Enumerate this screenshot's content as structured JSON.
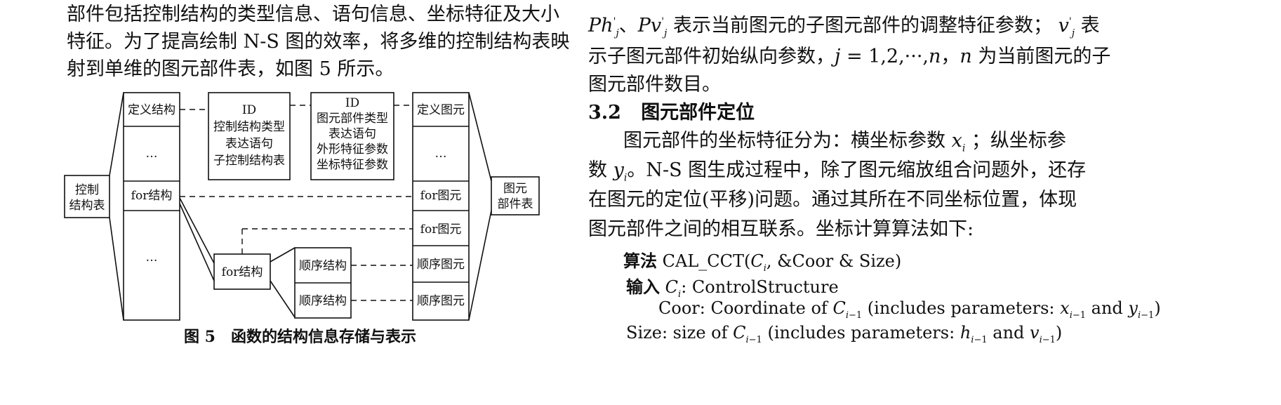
{
  "left_column": {
    "paragraph_lines": [
      "部件包括控制结构的类型信息、语句信息、坐标特征及大小",
      "特征。为了提高绘制 N-S 图的效率，将多维的控制结构表映",
      "射到单维的图元部件表，如图 5 所示。"
    ],
    "figure": {
      "left_node": "控制\n结构表",
      "right_node": "图元\n部件表",
      "struct_cells": [
        "定义结构",
        "…",
        "for结构",
        "…"
      ],
      "struct_info": [
        "ID",
        "控制结构类型",
        "表达语句",
        "子控制结构表"
      ],
      "elem_info": [
        "ID",
        "图元部件类型",
        "表达语句",
        "外形特征参数",
        "坐标特征参数"
      ],
      "elem_cells": [
        "定义图元",
        "…",
        "for图元",
        "for图元",
        "顺序图元",
        "顺序图元"
      ],
      "sub_struct": "for结构",
      "sub_children": [
        "顺序结构",
        "顺序结构"
      ]
    },
    "caption": "图 5　函数的结构信息存储与表示"
  },
  "right_column": {
    "line1_rest": "表示当前图元的子图元部件的调整特征参数；",
    "line1_end": "表",
    "line2": "示子图元部件初始纵向参数，",
    "line2_j": "j",
    "line2_eq": " = 1,2,···,",
    "line2_n": "n",
    "line2_mid": "，",
    "line2_n2": "n",
    "line2_end": " 为当前图元的子",
    "line3": "图元部件数目。",
    "section_number": "3.2",
    "section_title": "图元部件定位",
    "para_line1": "图元部件的坐标特征分为：横坐标参数",
    "para_line1_b": "；纵坐标参",
    "para_line2_a": "数",
    "para_line2_b": "。N-S 图生成过程中，除了图元缩放组合问题外，还存",
    "para_line3": "在图元的定位(平移)问题。通过其所在不同坐标位置，体现",
    "para_line4": "图元部件之间的相互联系。坐标计算算法如下:",
    "algo_label": "算法",
    "algo_text_a": "CAL_CCT(",
    "algo_text_b": ", &Coor & Size)",
    "input_label": "输入",
    "input_text": ": ControlStructure",
    "coor_a": "Coor: Coordinate of ",
    "coor_b": " (includes parameters: ",
    "coor_c": " and ",
    "coor_d": ")",
    "size_a": "Size: size of ",
    "size_b": " (includes parameters: ",
    "size_c": " and ",
    "size_d": ")"
  }
}
